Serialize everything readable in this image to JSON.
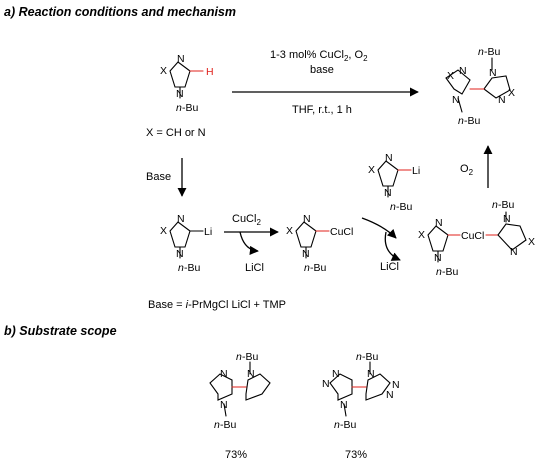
{
  "sections": {
    "a_title": "a) Reaction conditions and mechanism",
    "b_title": "b) Substrate scope"
  },
  "conditions": {
    "catalyst": "1-3 mol% CuCl",
    "catalyst_sub": "2",
    "oxidant": ", O",
    "oxidant_sub": "2",
    "base": "base",
    "solvent": "THF, r.t., 1 h"
  },
  "labels": {
    "x_def": "X = CH or N",
    "base_step": "Base",
    "cucl2": "CuCl",
    "cucl2_sub": "2",
    "licl_1": "LiCl",
    "licl_2": "LiCl",
    "o2": "O",
    "o2_sub": "2",
    "base_def_pre": "Base = ",
    "base_def_ital": "i",
    "base_def_post": "-PrMgCl  LiCl + TMP"
  },
  "atoms": {
    "X": "X",
    "N": "N",
    "H": "H",
    "Li": "Li",
    "CuCl": "CuCl",
    "nBu_i": "n",
    "nBu": "-Bu"
  },
  "scope": {
    "yield_1": "73%",
    "yield_2": "73%"
  },
  "colors": {
    "highlight": "#e0201b",
    "ink": "#000000"
  }
}
